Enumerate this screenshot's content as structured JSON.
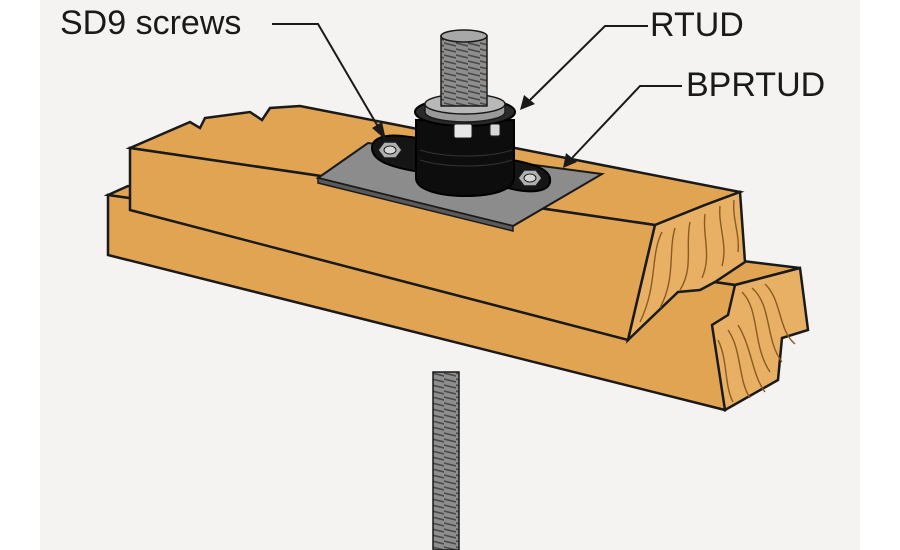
{
  "callouts": {
    "sd9_screws": "SD9 screws",
    "rtud": "RTUD",
    "bprtud": "BPRTUD"
  },
  "colors": {
    "background": "#ffffff",
    "wood_face": "#e0a452",
    "wood_end": "#e8b064",
    "wood_grain": "#8a5a22",
    "outline": "#1a1a1a",
    "plate": "#8c8c8c",
    "rod": "#8e8e8e",
    "device": "#0d0d0d",
    "leader": "#1a1a1a"
  },
  "icons": [
    "threaded-rod",
    "bearing-plate",
    "rtud-device",
    "sd9-screw-heads",
    "wood-plates"
  ]
}
